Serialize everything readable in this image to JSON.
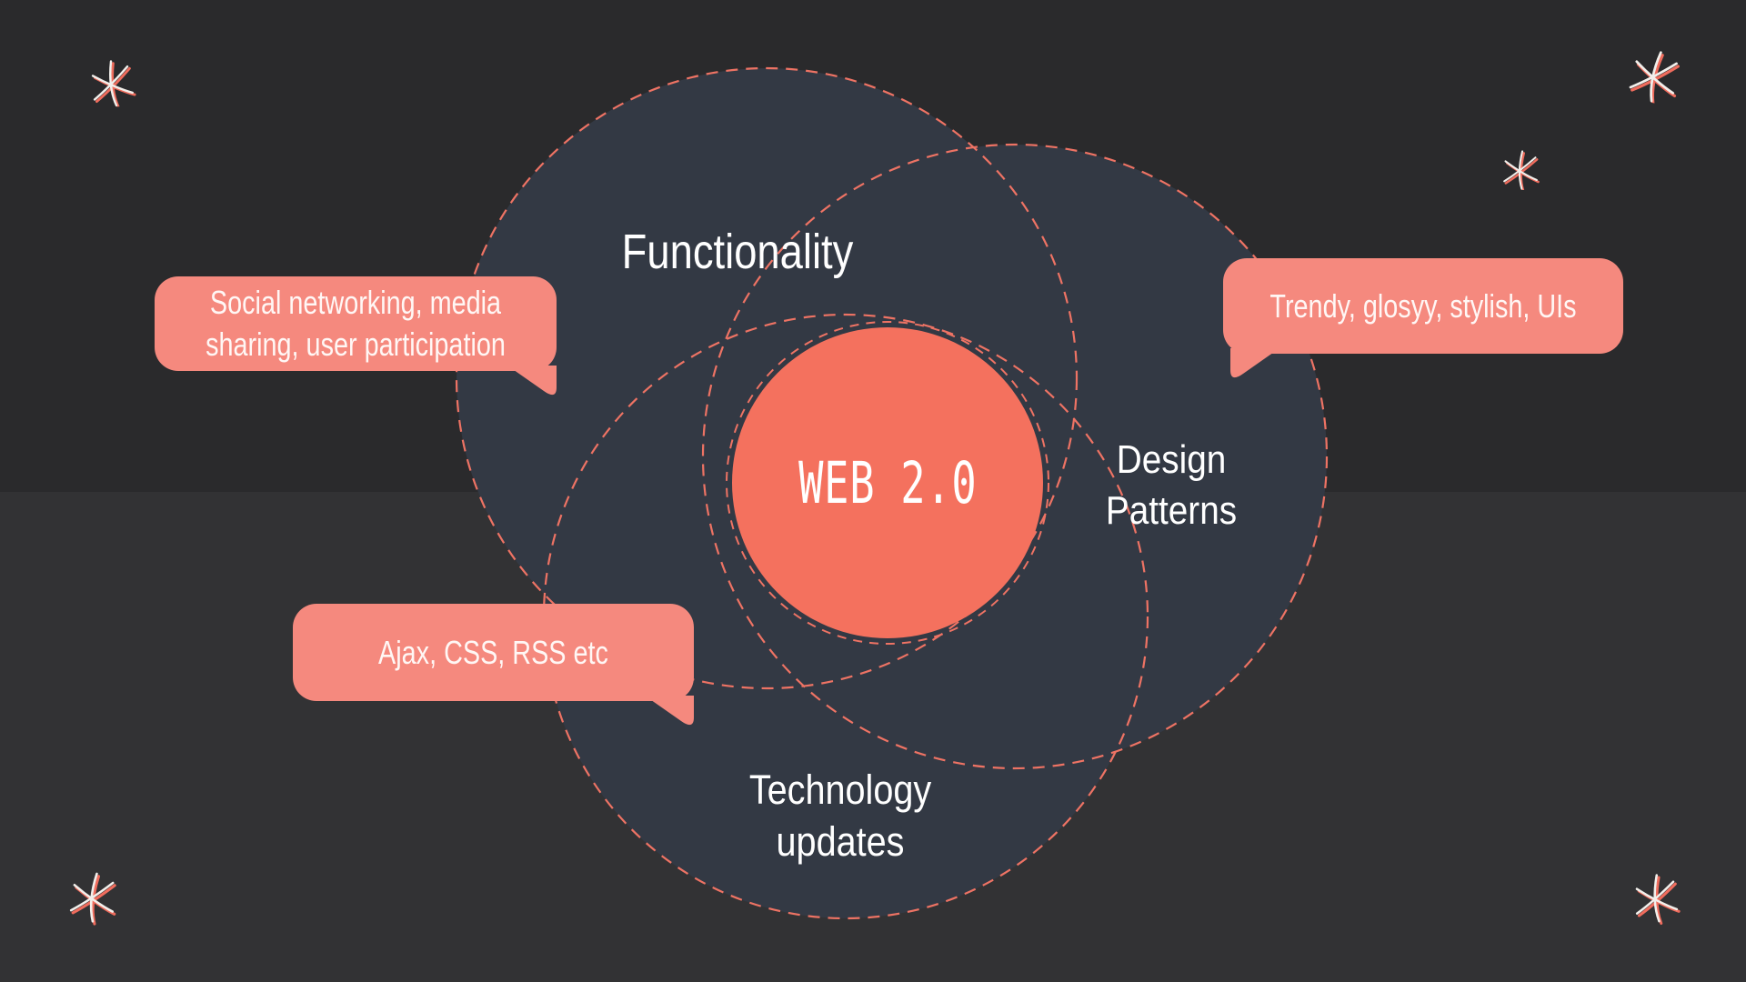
{
  "theme": {
    "bg_top": "#2a2a2c",
    "bg_bottom": "#323234",
    "circle_fill": "#333944",
    "dash_color": "#ee7364",
    "accent_circle": "#f4715e",
    "bubble_fill": "#f5897e",
    "text_light": "#ffffff"
  },
  "diagram": {
    "center": {
      "label": "WEB 2.0"
    },
    "circles": [
      {
        "id": "functionality",
        "label": "Functionality"
      },
      {
        "id": "design-patterns",
        "label_lines": [
          "Design",
          "Patterns"
        ]
      },
      {
        "id": "technology-updates",
        "label_lines": [
          "Technology",
          "updates"
        ]
      }
    ],
    "callouts": [
      {
        "id": "functionality-callout",
        "text": "Social networking, media sharing, user participation",
        "tail": "bottom-right"
      },
      {
        "id": "design-callout",
        "text": "Trendy, glosyy, stylish, UIs",
        "tail": "bottom-left"
      },
      {
        "id": "technology-callout",
        "text": "Ajax, CSS, RSS etc",
        "tail": "bottom-right"
      }
    ]
  },
  "icons": {
    "asterisk": "sketch-asterisk"
  }
}
